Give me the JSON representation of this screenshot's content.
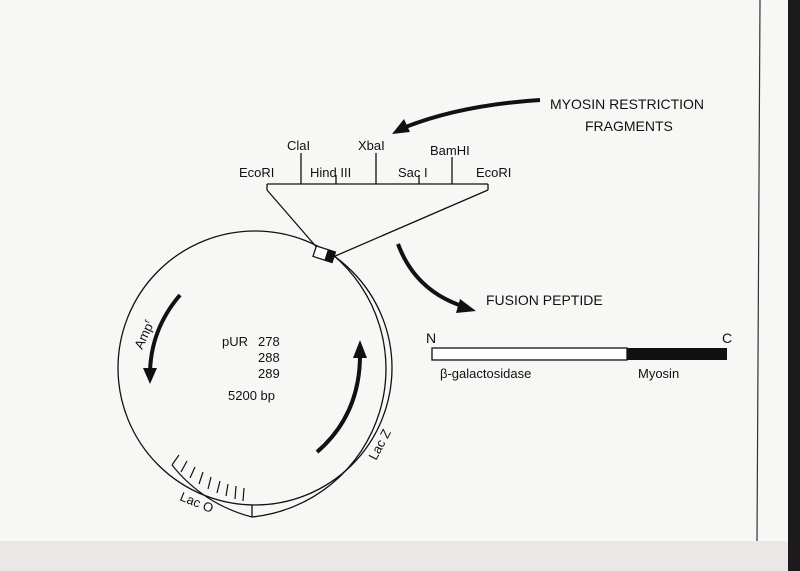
{
  "restriction_map": {
    "title_line1": "MYOSIN RESTRICTION",
    "title_line2": "FRAGMENTS",
    "sites": [
      "EcoRI",
      "ClaI",
      "Hind III",
      "XbaI",
      "Sac I",
      "BamHI",
      "EcoRI"
    ]
  },
  "plasmid": {
    "name_label": "pUR",
    "variants": [
      "278",
      "288",
      "289"
    ],
    "size": "5200 bp",
    "amp_label": "Amp",
    "amp_superscript": "r",
    "lacz_label": "Lac Z",
    "laco_label": "Lac O"
  },
  "fusion": {
    "title": "FUSION PEPTIDE",
    "n_label": "N",
    "c_label": "C",
    "part1": "β-galactosidase",
    "part2": "Myosin"
  }
}
